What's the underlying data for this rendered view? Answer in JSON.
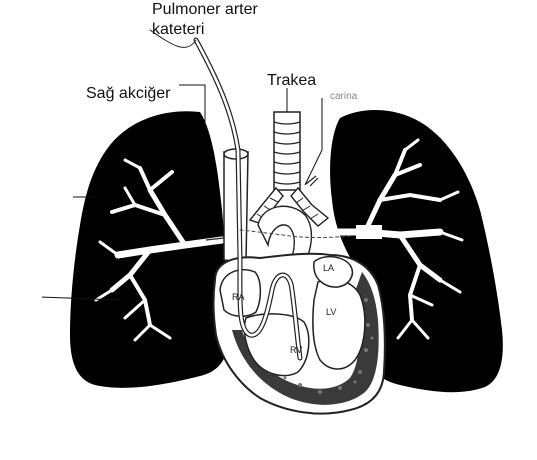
{
  "labels": {
    "pulmonary_catheter_line1": "Pulmoner arter",
    "pulmonary_catheter_line2": "kateteri",
    "right_lung": "Sağ akciğer",
    "trachea": "Trakea",
    "carina": "carina",
    "right_atrium": "RA",
    "left_atrium": "LA",
    "left_ventricle": "LV",
    "right_ventricle": "RV"
  },
  "colors": {
    "lung_fill": "#000000",
    "background": "#ffffff",
    "heart_fill": "#ffffff",
    "myocardium": "#2b2b2b"
  }
}
